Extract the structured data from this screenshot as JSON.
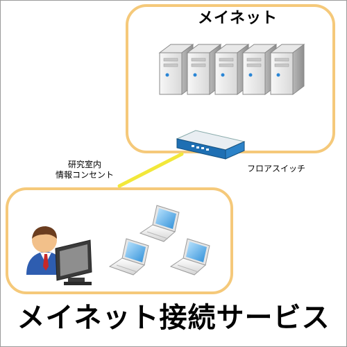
{
  "meinet": {
    "title": "メイネット"
  },
  "switch": {
    "label": "フロアスイッチ"
  },
  "outlet": {
    "line1": "研究室内",
    "line2": "情報コンセント"
  },
  "service": {
    "title": "メイネット接続サービス"
  },
  "colors": {
    "zone_border": "#f5c97a",
    "cable": "#f2e83a",
    "switch_blue": "#1e6fb3"
  }
}
